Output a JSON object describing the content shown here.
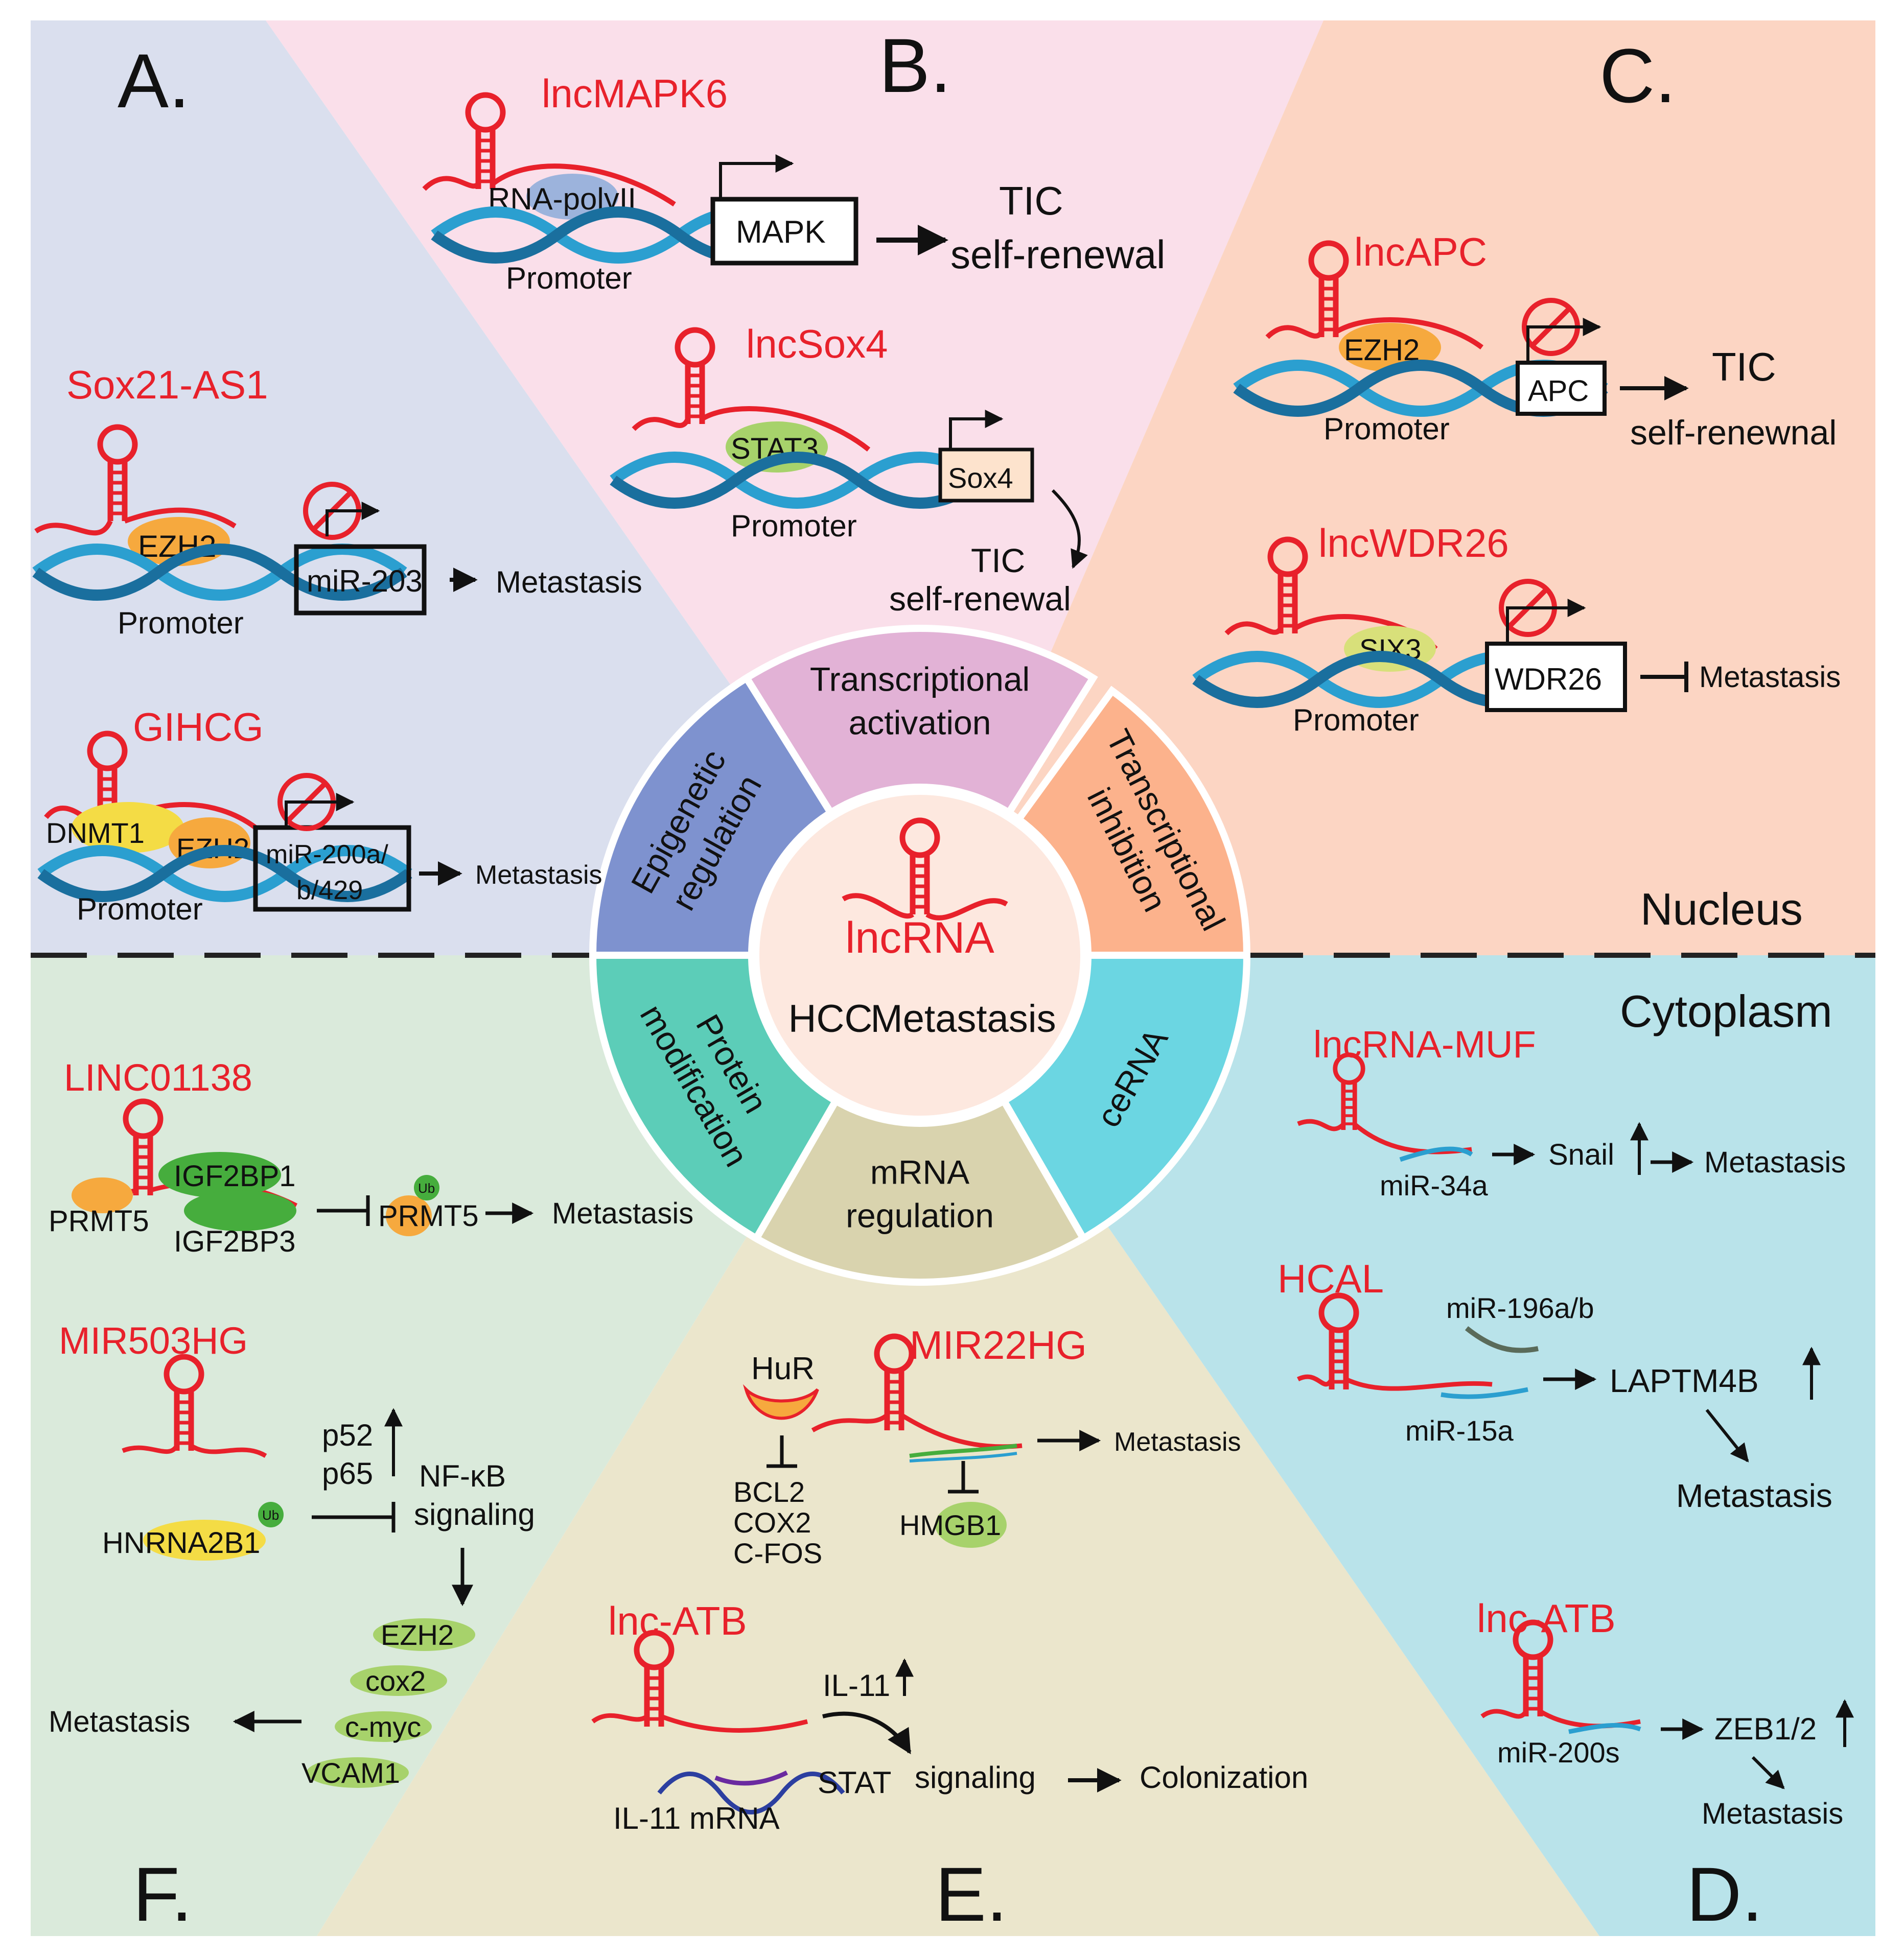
{
  "panels": {
    "A": {
      "letter": "A.",
      "color": "#dadfee",
      "items": [
        {
          "name": "Sox21-AS1",
          "protein": "EZH2",
          "gene": "miR-203",
          "promoter": "Promoter",
          "outcome": "Metastasis"
        },
        {
          "name": "GIHCG",
          "protein1": "DNMT1",
          "protein2": "EZH2",
          "gene_line1": "miR-200a/",
          "gene_line2": "b/429",
          "promoter": "Promoter",
          "outcome": "Metastasis"
        }
      ]
    },
    "B": {
      "letter": "B.",
      "color": "#fadfea",
      "items": [
        {
          "name": "lncMAPK6",
          "protein": "RNA-polyII",
          "gene": "MAPK",
          "promoter": "Promoter",
          "outcome_line1": "TIC",
          "outcome_line2": "self-renewal"
        },
        {
          "name": "lncSox4",
          "protein": "STAT3",
          "gene": "Sox4",
          "promoter": "Promoter",
          "outcome_line1": "TIC",
          "outcome_line2": "self-renewal"
        }
      ]
    },
    "C": {
      "letter": "C.",
      "color": "#fcd5c3",
      "region_label": "Nucleus",
      "items": [
        {
          "name": "lncAPC",
          "protein": "EZH2",
          "gene": "APC",
          "promoter": "Promoter",
          "outcome_line1": "TIC",
          "outcome_line2": "self-renewnal"
        },
        {
          "name": "lncWDR26",
          "protein": "SIX3",
          "gene": "WDR26",
          "promoter": "Promoter",
          "outcome": "Metastasis"
        }
      ]
    },
    "D": {
      "letter": "D.",
      "color": "#b9e3ea",
      "region_label": "Cytoplasm",
      "items": [
        {
          "name": "lncRNA-MUF",
          "mirna": "miR-34a",
          "target": "Snail",
          "outcome": "Metastasis"
        },
        {
          "name": "HCAL",
          "mirna1": "miR-196a/b",
          "mirna2": "miR-15a",
          "target": "LAPTM4B",
          "outcome": "Metastasis"
        },
        {
          "name": "lnc-ATB",
          "mirna": "miR-200s",
          "target": "ZEB1/2",
          "outcome": "Metastasis"
        }
      ]
    },
    "E": {
      "letter": "E.",
      "color": "#ebe6cc",
      "items": [
        {
          "name": "MIR22HG",
          "protein1": "HuR",
          "protein2": "HMGB1",
          "targets": [
            "BCL2",
            "COX2",
            "C-FOS"
          ],
          "outcome": "Metastasis"
        },
        {
          "name": "lnc-ATB",
          "mrna": "IL-11 mRNA",
          "cytokine": "IL-11",
          "pathway1": "STAT",
          "pathway2": "signaling",
          "outcome": "Colonization"
        }
      ]
    },
    "F": {
      "letter": "F.",
      "color": "#daeadb",
      "items": [
        {
          "name": "LINC01138",
          "protein1": "IGF2BP1",
          "protein2": "IGF2BP3",
          "protein3": "PRMT5",
          "target": "PRMT5",
          "ub": "Ub",
          "outcome": "Metastasis"
        },
        {
          "name": "MIR503HG",
          "protein": "HNRNA2B1",
          "ub": "Ub",
          "sub1": "p52",
          "sub2": "p65",
          "pathway_line1": "NF-κB",
          "pathway_line2": "signaling",
          "genes": [
            "EZH2",
            "cox2",
            "c-myc",
            "VCAM1"
          ],
          "outcome": "Metastasis"
        }
      ]
    }
  },
  "wheel": {
    "segments": [
      {
        "line1": "Transcriptional",
        "line2": "activation",
        "color": "#e2b2d6"
      },
      {
        "line1": "Transcriptional",
        "line2": "inhibition",
        "color": "#fcb28c"
      },
      {
        "line1": "ceRNA",
        "color": "#6bd6e2"
      },
      {
        "line1": "mRNA",
        "line2": "regulation",
        "color": "#d9d3ae"
      },
      {
        "line1": "Protein",
        "line2": "modification",
        "color": "#5ccdb8"
      },
      {
        "line1": "Epigenetic",
        "line2": "regulation",
        "color": "#7e92cf"
      }
    ],
    "center_title": "lncRNA",
    "center_word1": "HCC",
    "center_word2": "Metastasis",
    "center_color": "#fde8df"
  },
  "colors": {
    "lncrna": "#e8212b",
    "dna": "#2b9fd0",
    "ezh2": "#f6a93e",
    "stat3": "#a7d26b",
    "green_protein": "#46ad3d",
    "yellow_protein": "#f4dc45"
  }
}
